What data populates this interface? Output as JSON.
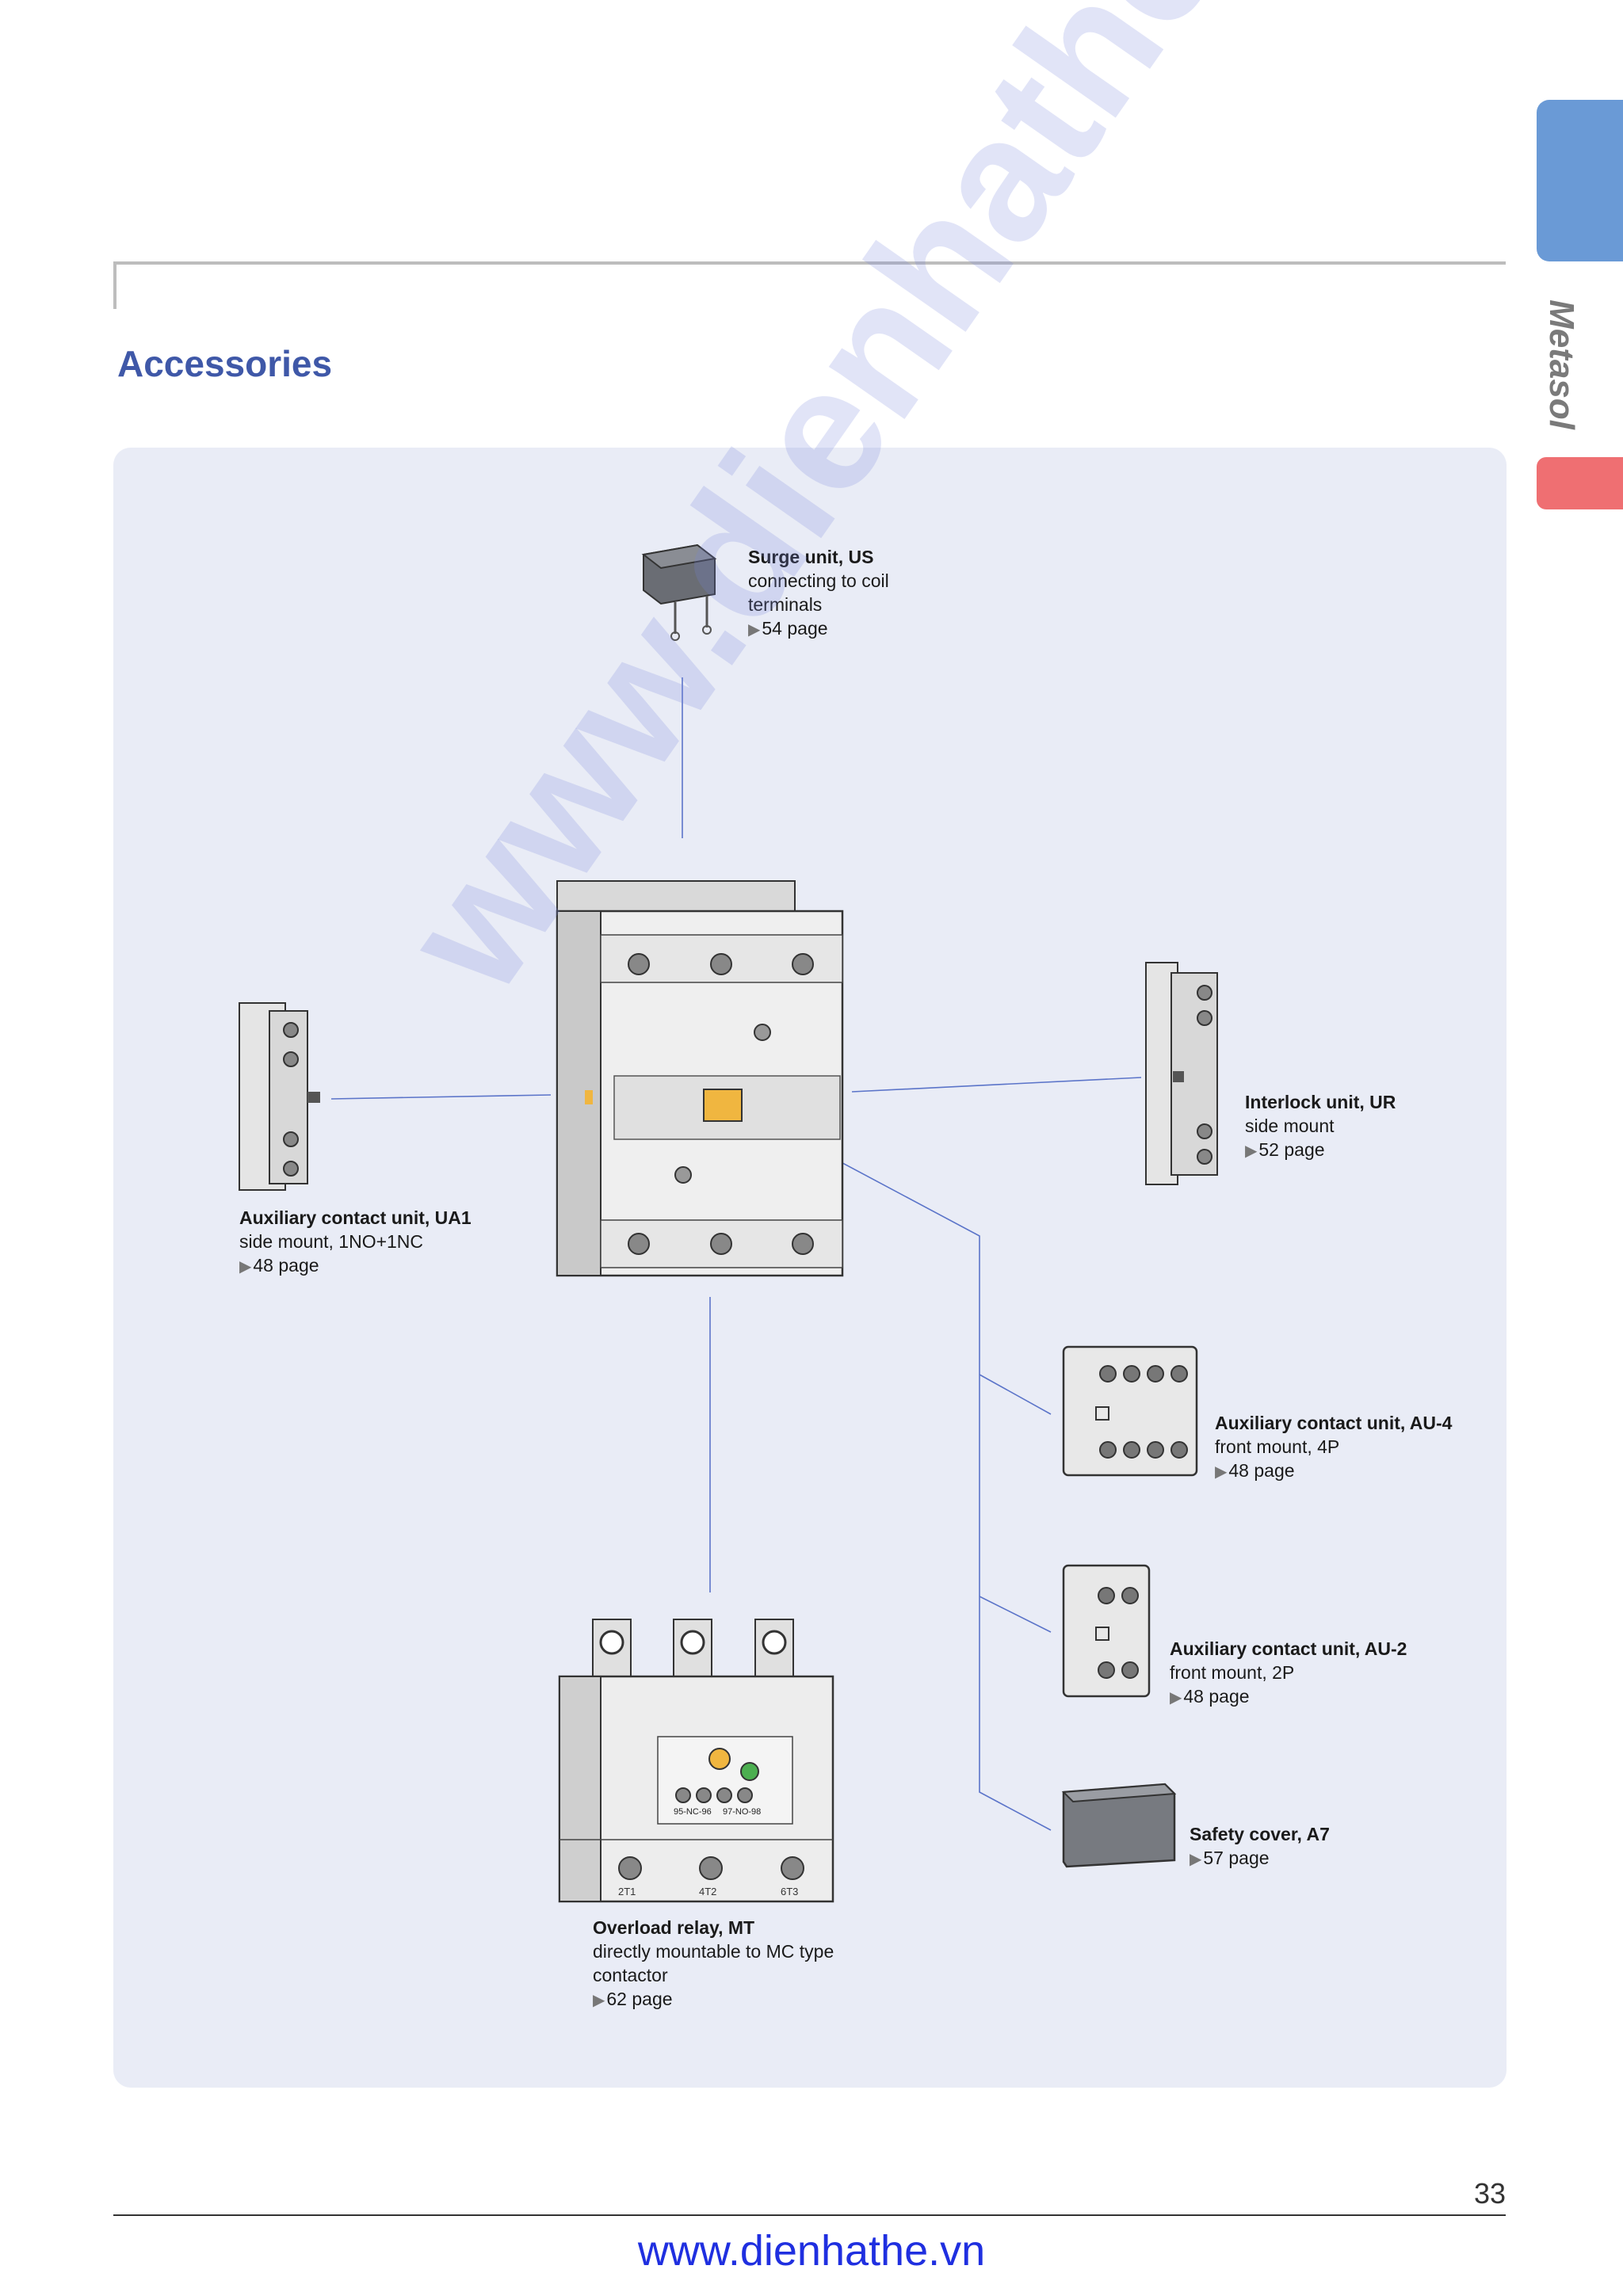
{
  "brand": {
    "text": "Metasol"
  },
  "section": {
    "title": "Accessories"
  },
  "colors": {
    "title": "#3f58a8",
    "panel_bg": "#e9ecf6",
    "tab_blue": "#6a9ad6",
    "tab_red": "#ef6f72",
    "wire": "#5b74c9"
  },
  "accessories": [
    {
      "name": "Surge unit, US",
      "desc": "connecting to coil terminals",
      "page": "54 page",
      "icon": "surge-unit-image"
    },
    {
      "name": "Auxiliary contact unit, UA1",
      "desc": "side mount, 1NO+1NC",
      "page": "48 page",
      "icon": "side-aux-contact-image"
    },
    {
      "name": "Interlock unit, UR",
      "desc": "side mount",
      "page": "52 page",
      "icon": "interlock-unit-image"
    },
    {
      "name": "Auxiliary contact unit, AU-4",
      "desc": "front mount, 4P",
      "page": "48 page",
      "icon": "aux-contact-4p-image"
    },
    {
      "name": "Auxiliary contact unit, AU-2",
      "desc": "front mount, 2P",
      "page": "48 page",
      "icon": "aux-contact-2p-image"
    },
    {
      "name": "Safety cover, A7",
      "desc": "",
      "page": "57 page",
      "icon": "safety-cover-image"
    },
    {
      "name": "Overload relay, MT",
      "desc": "directly mountable to MC type contactor",
      "page": "62 page",
      "icon": "overload-relay-image"
    }
  ],
  "relay_marks": {
    "left": "95-NC-96",
    "right": "97-NO-98",
    "t1": "2T1",
    "t2": "4T2",
    "t3": "6T3"
  },
  "page_number": "33",
  "watermark": "www.dienhathe.xyz",
  "footer": {
    "url": "www.dienhathe.vn"
  }
}
